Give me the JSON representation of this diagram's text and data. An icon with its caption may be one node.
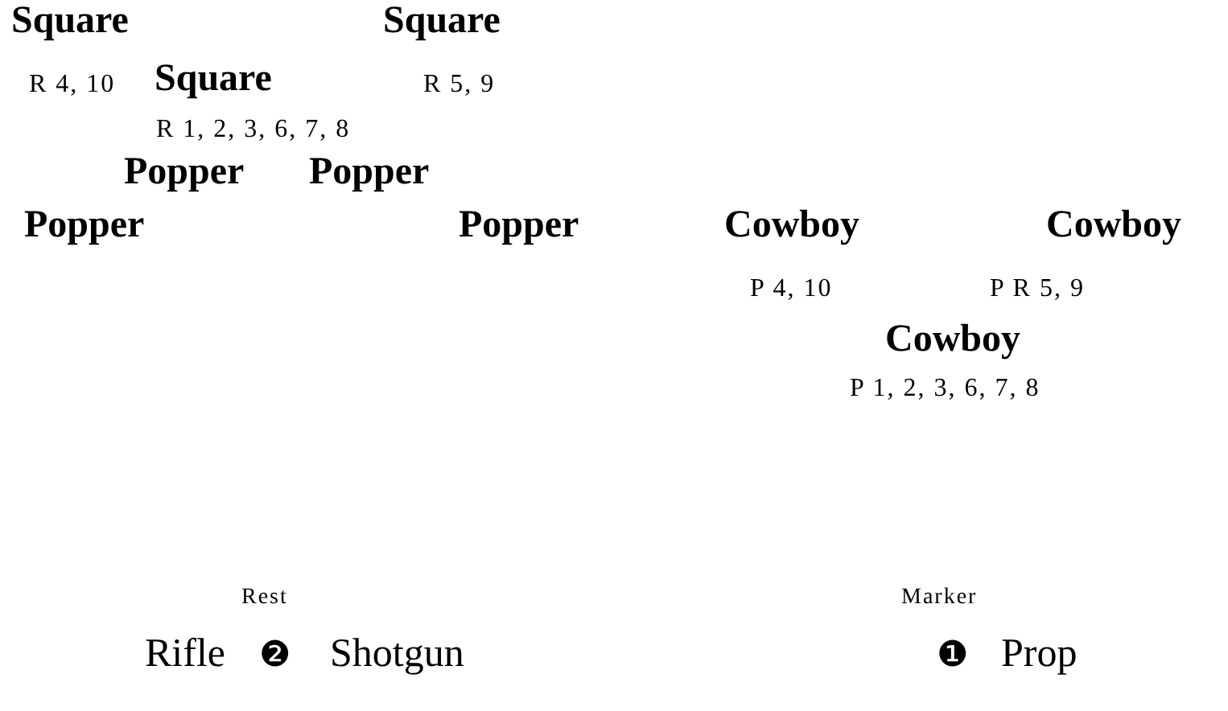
{
  "diagram": {
    "labels": [
      "Square",
      "Square",
      "R 4, 10",
      "Square",
      "R 5, 9",
      "R 1, 2, 3, 6, 7, 8",
      "Popper",
      "Popper",
      "Popper",
      "Popper",
      "Cowboy",
      "Cowboy",
      "P 4, 10",
      "P R 5, 9",
      "Cowboy",
      "P 1, 2, 3, 6, 7, 8",
      "Rest",
      "Marker",
      "Rifle",
      "❷",
      "Shotgun",
      "❶",
      "Prop"
    ]
  }
}
